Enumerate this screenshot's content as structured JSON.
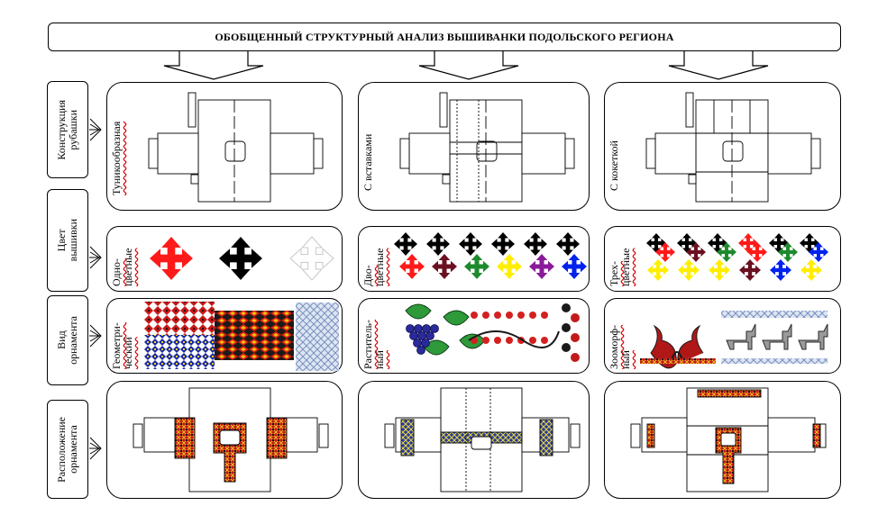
{
  "title": "ОБОБЩЕННЫЙ СТРУКТУРНЫЙ АНАЛИЗ ВЫШИВАНКИ ПОДОЛЬСКОГО РЕГИОНА",
  "rows": [
    {
      "label": "Конструкция\nрубашки"
    },
    {
      "label": "Цвет\nвышивки"
    },
    {
      "label": "Вид\nорнамента"
    },
    {
      "label": "Расположение\nорнамента"
    }
  ],
  "construction": [
    {
      "label": "Туникообразная"
    },
    {
      "label": "С вставками"
    },
    {
      "label": "С кокеткой"
    }
  ],
  "colors": [
    {
      "label": "Одно-\nцветные"
    },
    {
      "label": "Дво-\nцветные"
    },
    {
      "label": "Трех-\nцветные"
    }
  ],
  "ornament": [
    {
      "label": "Геометри-\nческий"
    },
    {
      "label": "Раститель-\nный"
    },
    {
      "label": "Зооморф-\nный"
    }
  ],
  "palette": {
    "red": "#ff1a1a",
    "black": "#000000",
    "maroon": "#6b1020",
    "green": "#1e8a2e",
    "yellow": "#ffee00",
    "purple": "#8a1a9a",
    "blue": "#0022ee"
  }
}
